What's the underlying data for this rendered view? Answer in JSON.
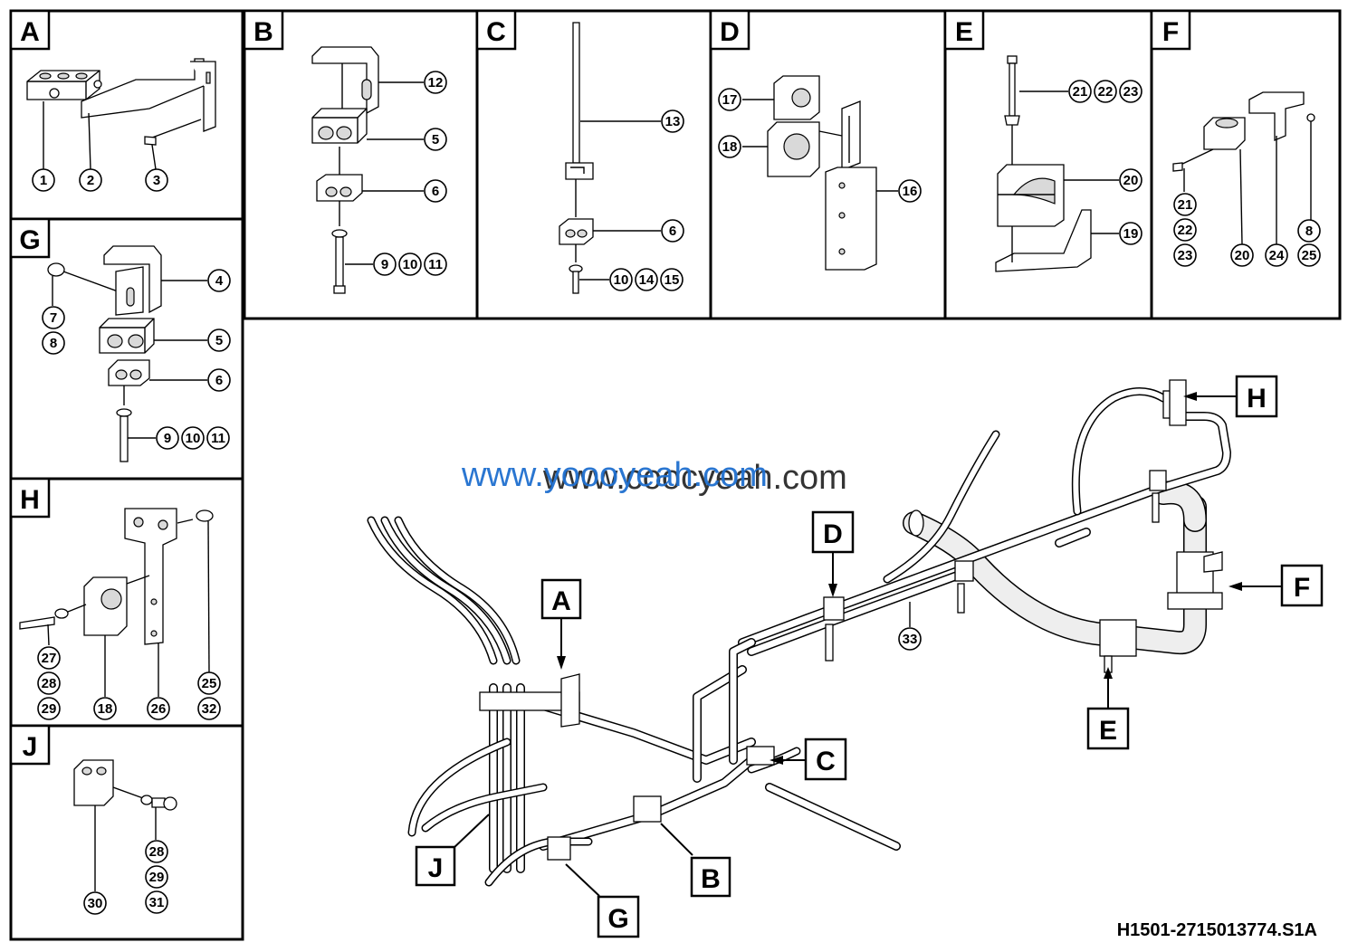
{
  "panels": {
    "A": {
      "label": "A",
      "callouts": [
        "1",
        "2",
        "3"
      ]
    },
    "B": {
      "label": "B",
      "callouts": [
        "12",
        "5",
        "6",
        "9",
        "10",
        "11"
      ]
    },
    "C": {
      "label": "C",
      "callouts": [
        "13",
        "6",
        "10",
        "14",
        "15"
      ]
    },
    "D": {
      "label": "D",
      "callouts": [
        "17",
        "18",
        "16"
      ]
    },
    "E": {
      "label": "E",
      "callouts": [
        "21",
        "22",
        "23",
        "20",
        "19"
      ]
    },
    "F": {
      "label": "F",
      "callouts": [
        "21",
        "22",
        "23",
        "20",
        "24",
        "8",
        "25"
      ]
    },
    "G": {
      "label": "G",
      "callouts": [
        "7",
        "8",
        "4",
        "5",
        "6",
        "9",
        "10",
        "11"
      ]
    },
    "H": {
      "label": "H",
      "callouts": [
        "27",
        "28",
        "29",
        "18",
        "26",
        "25",
        "32"
      ]
    },
    "J": {
      "label": "J",
      "callouts": [
        "30",
        "28",
        "29",
        "31"
      ]
    }
  },
  "main_view": {
    "tags": [
      "A",
      "B",
      "C",
      "D",
      "E",
      "F",
      "G",
      "H",
      "J"
    ],
    "callouts": [
      "33"
    ]
  },
  "watermark": {
    "primary": "www.yoooyeah.com",
    "secondary": "www.coocyeah.com"
  },
  "drawing_code": "H1501-2715013774.S1A"
}
